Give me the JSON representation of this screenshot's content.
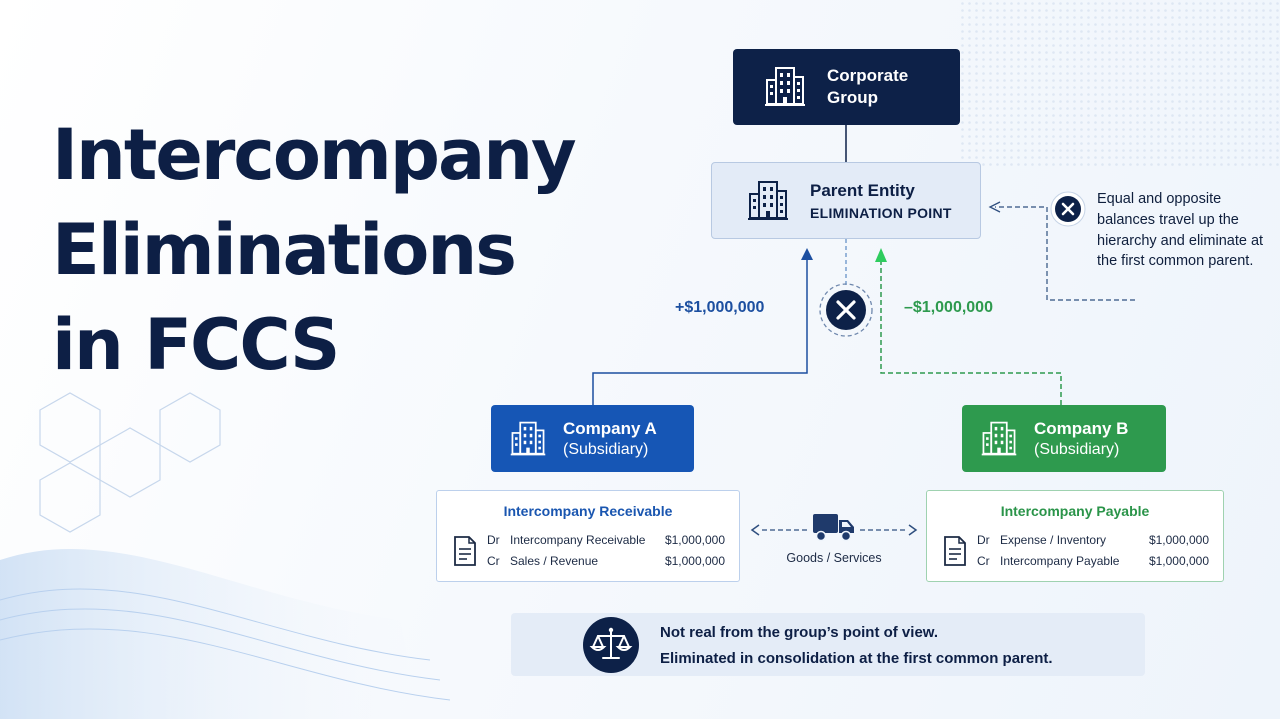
{
  "title": {
    "lines": [
      "Intercompany",
      "Eliminations",
      "in FCCS"
    ]
  },
  "corporate_group": {
    "line1": "Corporate",
    "line2": "Group"
  },
  "parent_entity": {
    "name": "Parent Entity",
    "tag": "ELIMINATION POINT"
  },
  "company_a": {
    "name": "Company A",
    "subtitle": "(Subsidiary)",
    "card_title": "Intercompany Receivable",
    "entries": [
      {
        "drcr": "Dr",
        "account": "Intercompany Receivable",
        "amount": "$1,000,000"
      },
      {
        "drcr": "Cr",
        "account": "Sales / Revenue",
        "amount": "$1,000,000"
      }
    ]
  },
  "company_b": {
    "name": "Company B",
    "subtitle": "(Subsidiary)",
    "card_title": "Intercompany Payable",
    "entries": [
      {
        "drcr": "Dr",
        "account": "Expense / Inventory",
        "amount": "$1,000,000"
      },
      {
        "drcr": "Cr",
        "account": "Intercompany Payable",
        "amount": "$1,000,000"
      }
    ]
  },
  "flows": {
    "positive_amount": "+$1,000,000",
    "negative_amount": "–$1,000,000",
    "goods_label": "Goods / Services"
  },
  "elimination_note": "Equal and opposite balances travel up the hierarchy and eliminate at the first common parent.",
  "footer": {
    "line1": "Not real from the group’s point of view.",
    "line2": "Eliminated in consolidation at the first common parent."
  },
  "colors": {
    "navy": "#0d2148",
    "blue": "#1656b5",
    "green": "#2e9a4e",
    "light_blue": "#e3ebf7"
  },
  "icons": [
    "building-icon",
    "document-icon",
    "truck-icon",
    "close-icon",
    "scale-icon"
  ]
}
